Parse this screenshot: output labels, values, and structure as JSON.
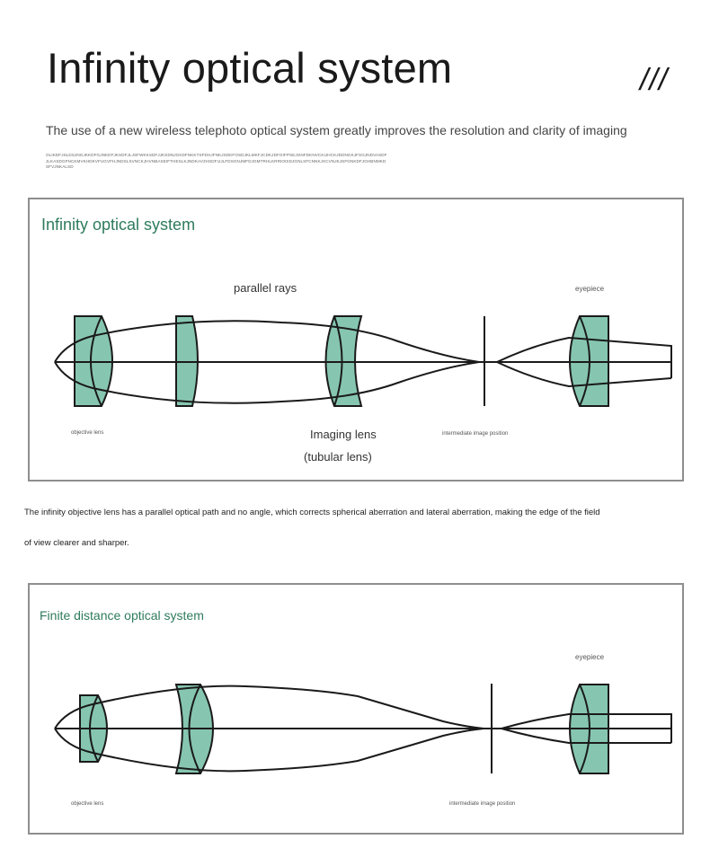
{
  "header": {
    "title": "Infinity optical system",
    "decoration": "///",
    "subtitle": "The use of a new wireless telephoto optical system greatly improves the resolution and clarity of imaging",
    "fine_text": "OLIKDFJSLDSJNGJKKDFGJNKDFJKSDFJLJSFWKKSDFJJKSDNJGKDFNKKTSFDHJFNKJSDKFOSDJKLMKFJCDKJDFOIFPSEJGNFDKNVCKIJHCKJDDNGKJFSGJNDVASDFJLKASDGFNCKMVKHDKVFUGVFHJNDSLSVNCKJHVNBASEIFTHESLKJNDKAV3HSDFIJJLFDSGNJMFDJGMTRHLKRRIOISDJGNLSFCNNKJXCVNJKJSFGNKDFJGHBNMKDSFVJNKALSD"
  },
  "panel1": {
    "title": "Infinity optical system",
    "parallel_rays": "parallel rays",
    "eyepiece": "eyepiece",
    "objective_lens": "objective lens",
    "imaging_lens_line1": "Imaging lens",
    "imaging_lens_line2": "(tubular lens)",
    "intermediate": "intermediate image position"
  },
  "description": {
    "line1": "The infinity objective lens has a parallel optical path and no angle, which corrects spherical aberration and lateral aberration, making the edge of the field",
    "line2": "of view clearer and sharper."
  },
  "panel2": {
    "title": "Finite distance optical system",
    "eyepiece": "eyepiece",
    "objective_lens": "objective lens",
    "intermediate": "intermediate image position"
  },
  "colors": {
    "lens_fill": "#86c6b0",
    "title_green": "#2e7b5c",
    "stroke": "#1a1a1a",
    "panel_border": "#8e8e8e"
  }
}
